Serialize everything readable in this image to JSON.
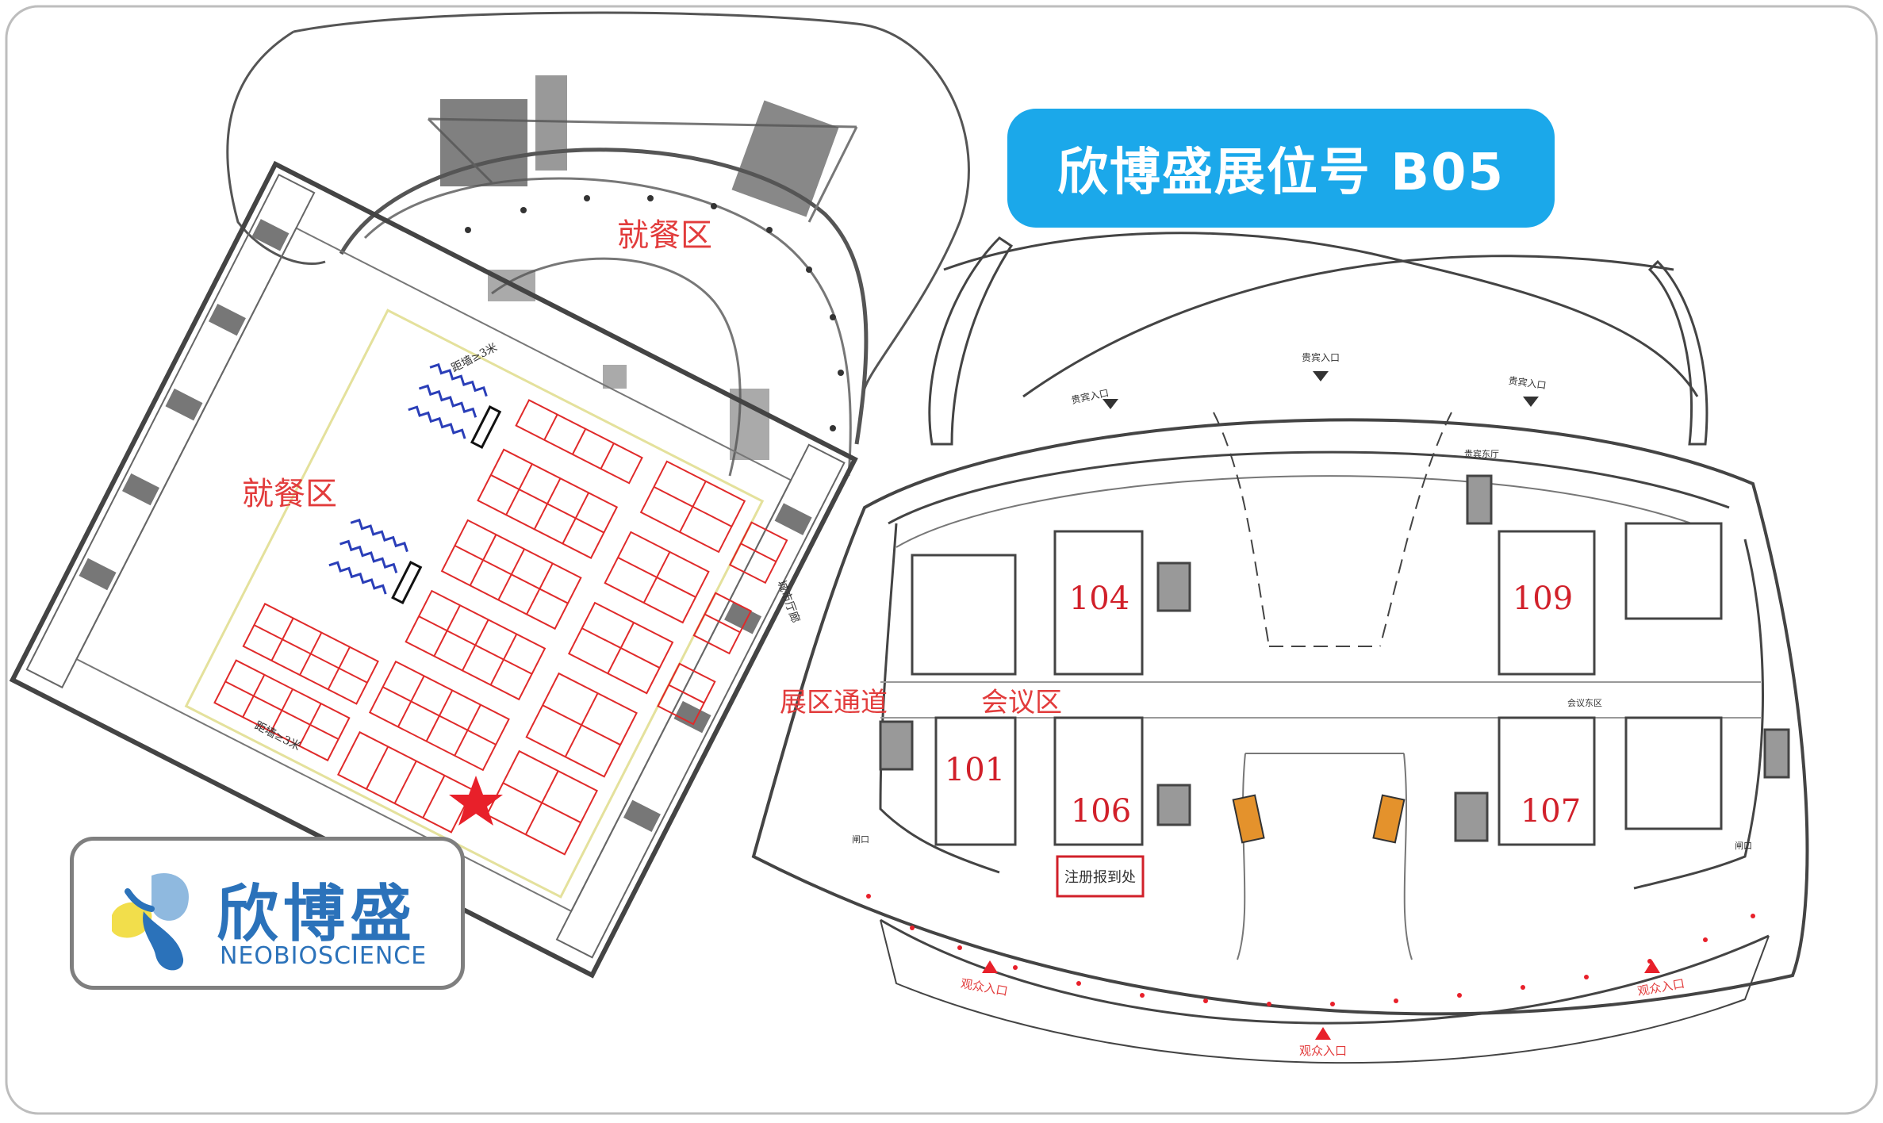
{
  "banner": {
    "text": "欣博盛展位号 B05",
    "color": "#1ba8ea"
  },
  "logo": {
    "name_cn": "欣博盛",
    "name_en": "NEOBIOSCIENCE",
    "brand_color": "#2b72ba"
  },
  "zones": {
    "dining_top": "就餐区",
    "dining_left": "就餐区",
    "exhibit_passage": "展区通道",
    "meeting_area": "会议区"
  },
  "halls": {
    "h104": "104",
    "h109": "109",
    "h101": "101",
    "h106": "106",
    "h107": "107"
  },
  "signs": {
    "registration": "注册报到处",
    "vip_entrance": "贵宾入口",
    "audience_entrance": "观众入口",
    "vip_hall": "贵宾东厅",
    "city_hall": "城市厅廊",
    "meeting_east": "会议东区",
    "gate": "闸口",
    "distance_left": "距墙≥3米",
    "distance_bottom": "距墙≥3米"
  },
  "booth_marker": {
    "icon": "star-marker-icon",
    "color": "#e8202a"
  }
}
